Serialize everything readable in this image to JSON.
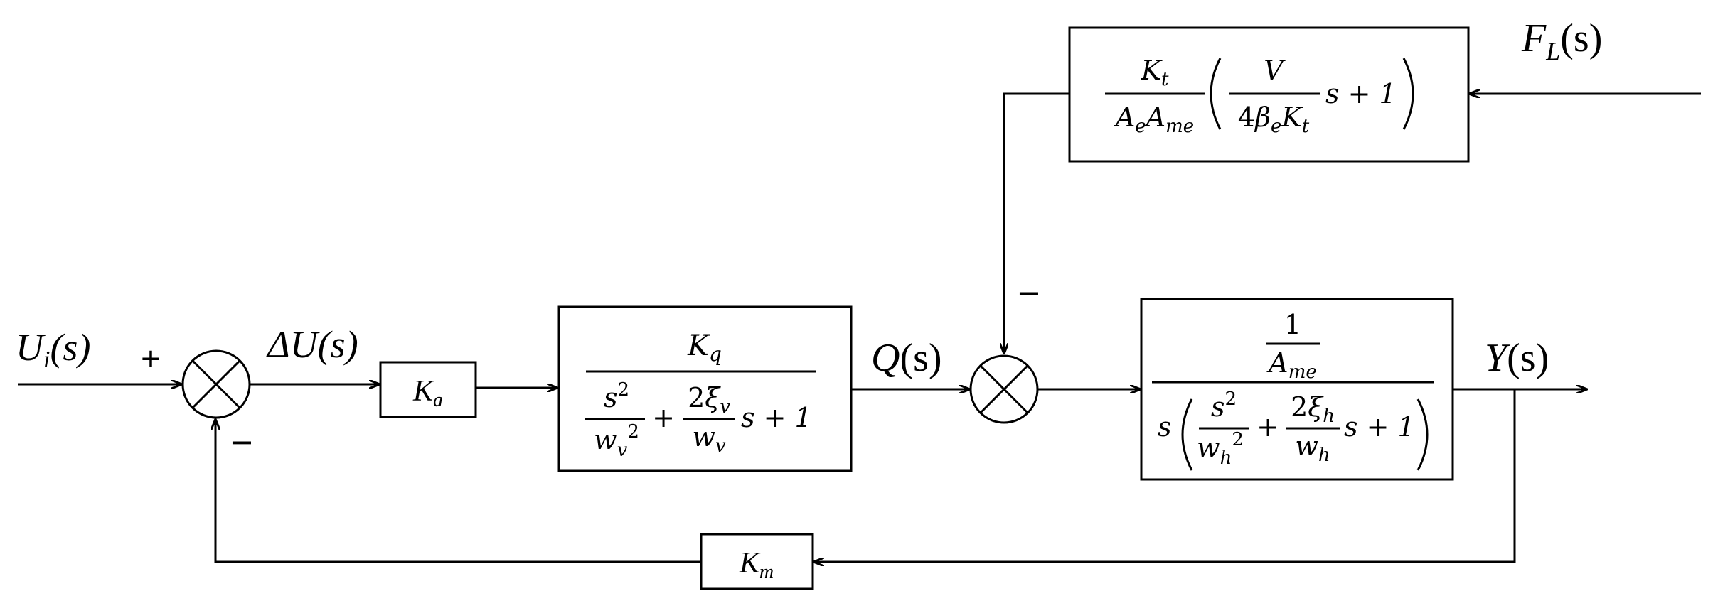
{
  "signals": {
    "input": {
      "base": "U",
      "sub": "i",
      "rest": "(s)"
    },
    "error": {
      "text": "ΔU(s)"
    },
    "flow": {
      "base": "Q",
      "rest": "(s)"
    },
    "output": {
      "base": "Y",
      "rest": "(s)"
    },
    "load": {
      "base": "F",
      "sub": "L",
      "rest": "(s)"
    }
  },
  "signs": {
    "sum1_plus": "+",
    "sum1_minus": "−",
    "sum2_minus": "−"
  },
  "blocks": {
    "amplifier": {
      "base": "K",
      "sub": "a"
    },
    "feedback": {
      "base": "K",
      "sub": "m"
    },
    "servo_valve": {
      "num": {
        "base": "K",
        "sub": "q"
      },
      "den": {
        "t1_num": {
          "base": "s",
          "sup": "2"
        },
        "t1_den": {
          "base": "w",
          "sub": "v",
          "sup": "2"
        },
        "plus1": "+",
        "t2_num": {
          "pre": "2",
          "base": "ξ",
          "sub": "v"
        },
        "t2_den": {
          "base": "w",
          "sub": "v"
        },
        "tail": "s + 1"
      }
    },
    "cylinder": {
      "num": {
        "one": "1",
        "den": {
          "b1": "A",
          "s1": "me"
        }
      },
      "den": {
        "lead": "s",
        "t1_num": {
          "base": "s",
          "sup": "2"
        },
        "t1_den": {
          "base": "w",
          "sub": "h",
          "sup": "2"
        },
        "plus1": "+",
        "t2_num": {
          "pre": "2",
          "base": "ξ",
          "sub": "h"
        },
        "t2_den": {
          "base": "w",
          "sub": "h"
        },
        "tail": "s + 1"
      }
    },
    "load_block": {
      "f1_num": {
        "base": "K",
        "sub": "t"
      },
      "f1_den": {
        "b1": "A",
        "s1": "e",
        "b2": "A",
        "s2": "me"
      },
      "f2_num": "V",
      "f2_den": {
        "pre": "4",
        "b1": "β",
        "s1": "e",
        "b2": "K",
        "s2": "t"
      },
      "tail": "s + 1"
    }
  }
}
